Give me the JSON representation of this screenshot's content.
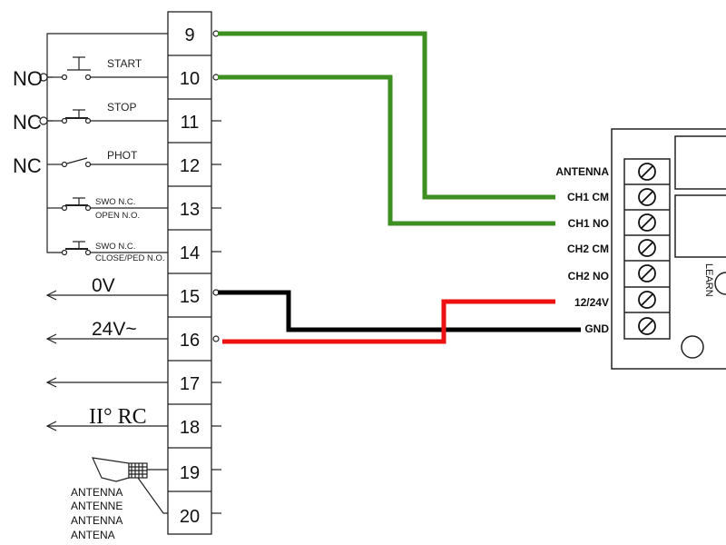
{
  "controller": {
    "terminals": [
      "9",
      "10",
      "11",
      "12",
      "13",
      "14",
      "15",
      "16",
      "17",
      "18",
      "19",
      "20"
    ],
    "contact_types": {
      "start": "NO",
      "stop": "NC",
      "phot": "NC"
    },
    "switches": {
      "start": "START",
      "stop": "STOP",
      "phot": "PHOT",
      "swo_open_1": "SWO  N.C.",
      "swo_open_2": "OPEN N.O.",
      "swo_close_1": "SWO  N.C.",
      "swo_close_2": "CLOSE/PED N.O."
    },
    "outputs": {
      "ov": "0V",
      "v24": "24V~",
      "rc": "II° RC"
    },
    "antenna_labels": [
      "ANTENNA",
      "ANTENNE",
      "ANTENNA",
      "ANTENA"
    ]
  },
  "receiver": {
    "terminals": [
      "ANTENNA",
      "CH1 CM",
      "CH1 NO",
      "CH2 CM",
      "CH2 NO",
      "12/24V",
      "GND"
    ],
    "learn_label": "LEARN"
  },
  "wire_colors": {
    "green": "#3d8f22",
    "black": "#000000",
    "red": "#ee1111"
  }
}
